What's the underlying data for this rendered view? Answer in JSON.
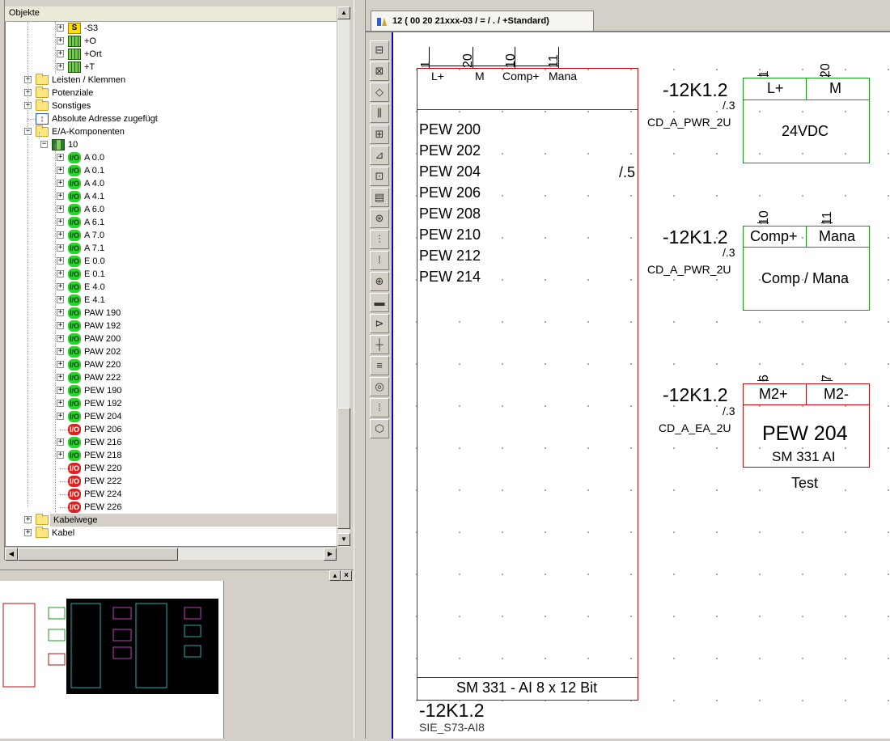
{
  "tree": {
    "header": "Objekte",
    "items": [
      {
        "label": "-S3",
        "icon": "s-icon"
      },
      {
        "label": "+O",
        "icon": "terminal-icon"
      },
      {
        "label": "+Ort",
        "icon": "terminal-icon"
      },
      {
        "label": "+T",
        "icon": "terminal-icon"
      },
      {
        "label": "Leisten / Klemmen",
        "icon": "folder-icon"
      },
      {
        "label": "Potenziale",
        "icon": "folder-icon"
      },
      {
        "label": "Sonstiges",
        "icon": "folder-icon"
      },
      {
        "label": "Absolute Adresse zugefügt",
        "icon": "address-icon"
      },
      {
        "label": "E/A-Komponenten",
        "icon": "folder-icon"
      },
      {
        "label": "10",
        "icon": "module-icon"
      },
      {
        "label": "A 0.0",
        "io": "I/O",
        "state": "green"
      },
      {
        "label": "A 0.1",
        "io": "I/O",
        "state": "green"
      },
      {
        "label": "A 4.0",
        "io": "I/O",
        "state": "green"
      },
      {
        "label": "A 4.1",
        "io": "I/O",
        "state": "green"
      },
      {
        "label": "A 6.0",
        "io": "I/O",
        "state": "green"
      },
      {
        "label": "A 6.1",
        "io": "I/O",
        "state": "green"
      },
      {
        "label": "A 7.0",
        "io": "I/O",
        "state": "green"
      },
      {
        "label": "A 7.1",
        "io": "I/O",
        "state": "green"
      },
      {
        "label": "E 0.0",
        "io": "I/O",
        "state": "green"
      },
      {
        "label": "E 0.1",
        "io": "I/O",
        "state": "green"
      },
      {
        "label": "E 4.0",
        "io": "I/O",
        "state": "green"
      },
      {
        "label": "E 4.1",
        "io": "I/O",
        "state": "green"
      },
      {
        "label": "PAW 190",
        "io": "I/O",
        "state": "green"
      },
      {
        "label": "PAW 192",
        "io": "I/O",
        "state": "green"
      },
      {
        "label": "PAW 200",
        "io": "I/O",
        "state": "green"
      },
      {
        "label": "PAW 202",
        "io": "I/O",
        "state": "green"
      },
      {
        "label": "PAW 220",
        "io": "I/O",
        "state": "green"
      },
      {
        "label": "PAW 222",
        "io": "I/O",
        "state": "green"
      },
      {
        "label": "PEW 190",
        "io": "I/O",
        "state": "green"
      },
      {
        "label": "PEW 192",
        "io": "I/O",
        "state": "green"
      },
      {
        "label": "PEW 204",
        "io": "I/O",
        "state": "green"
      },
      {
        "label": "PEW 206",
        "io": "I/O",
        "state": "red"
      },
      {
        "label": "PEW 216",
        "io": "I/O",
        "state": "green"
      },
      {
        "label": "PEW 218",
        "io": "I/O",
        "state": "green"
      },
      {
        "label": "PEW 220",
        "io": "I/O",
        "state": "red"
      },
      {
        "label": "PEW 222",
        "io": "I/O",
        "state": "red"
      },
      {
        "label": "PEW 224",
        "io": "I/O",
        "state": "red"
      },
      {
        "label": "PEW 226",
        "io": "I/O",
        "state": "red"
      },
      {
        "label": "Kabelwege",
        "icon": "folder-icon"
      },
      {
        "label": "Kabel",
        "icon": "folder-icon"
      }
    ]
  },
  "tab": {
    "title": "12 ( 00 20 21xxx-03  / =  / .  / +Standard)"
  },
  "main_module": {
    "pins": [
      "1",
      "20",
      "10",
      "11"
    ],
    "pin_labels": [
      "L+",
      "M",
      "Comp+",
      "Mana"
    ],
    "channels": [
      "PEW 200",
      "PEW 202",
      "PEW 204",
      "PEW 206",
      "PEW 208",
      "PEW 210",
      "PEW 212",
      "PEW 214"
    ],
    "channel_ref": "/.5",
    "footer": "SM 331 - AI 8 x 12 Bit",
    "tag": "-12K1.2",
    "type": "SIE_S73-AI8"
  },
  "block_power": {
    "tag": "-12K1.2",
    "ref": "/.3",
    "macro": "CD_A_PWR_2U",
    "pins": [
      "1",
      "20"
    ],
    "pin_labels": [
      "L+",
      "M"
    ],
    "body": "24VDC"
  },
  "block_comp": {
    "tag": "-12K1.2",
    "ref": "/.3",
    "macro": "CD_A_PWR_2U",
    "pins": [
      "10",
      "11"
    ],
    "pin_labels": [
      "Comp+",
      "Mana"
    ],
    "body": "Comp / Mana"
  },
  "block_channel": {
    "tag": "-12K1.2",
    "ref": "/.3",
    "macro": "CD_A_EA_2U",
    "pins": [
      "6",
      "7"
    ],
    "pin_labels": [
      "M2+",
      "M2-"
    ],
    "body_main": "PEW 204",
    "body_sub": "SM 331 AI",
    "note": "Test"
  },
  "colors": {
    "red_frame": "#b01010",
    "green_frame": "#1a9a1a",
    "io_green": "#2bd22b",
    "io_red": "#e02020"
  }
}
